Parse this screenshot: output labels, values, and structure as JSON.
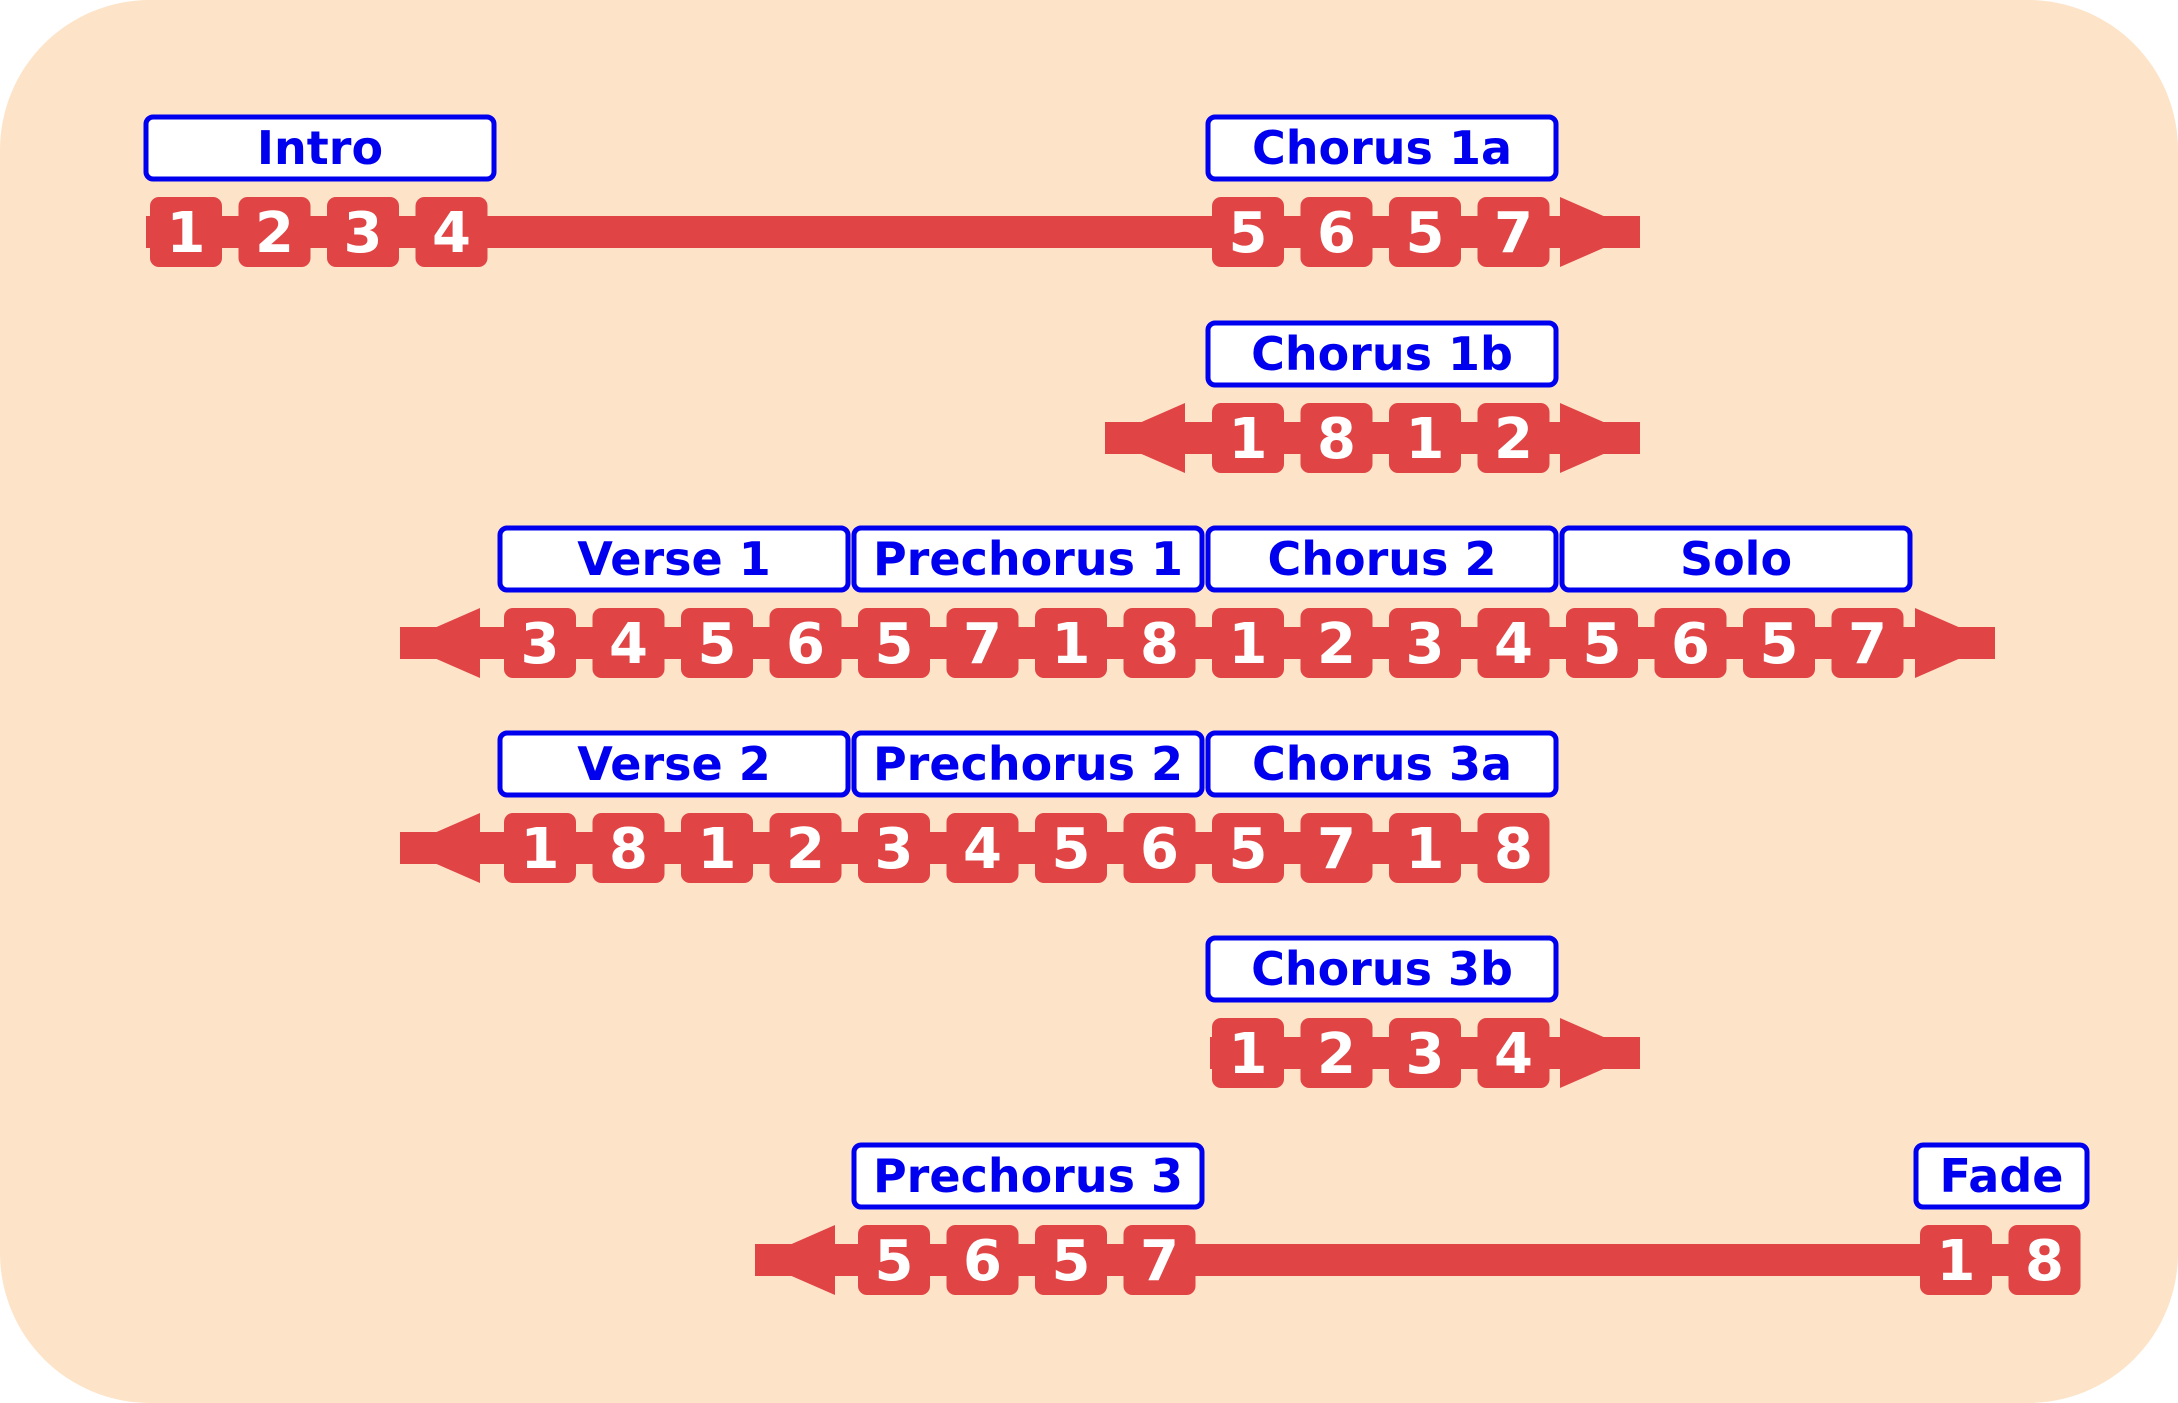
{
  "colors": {
    "background": "#fde3c8",
    "arrow": "#e04444",
    "label_border": "#0000ee",
    "label_text": "#0000ee",
    "beat_text": "#ffffff"
  },
  "rows": [
    {
      "id": "row-1",
      "arrow_left": "notch",
      "arrow_right": "head",
      "sections": [
        {
          "label": "Intro",
          "beats": [
            "1",
            "2",
            "3",
            "4"
          ]
        },
        {
          "label": "Chorus 1a",
          "beats": [
            "5",
            "6",
            "5",
            "7"
          ]
        }
      ]
    },
    {
      "id": "row-2",
      "arrow_left": "head",
      "arrow_right": "head",
      "sections": [
        {
          "label": "Chorus 1b",
          "beats": [
            "1",
            "8",
            "1",
            "2"
          ]
        }
      ]
    },
    {
      "id": "row-3",
      "arrow_left": "head",
      "arrow_right": "head",
      "sections": [
        {
          "label": "Verse 1",
          "beats": [
            "3",
            "4",
            "5",
            "6"
          ]
        },
        {
          "label": "Prechorus 1",
          "beats": [
            "5",
            "7",
            "1",
            "8"
          ]
        },
        {
          "label": "Chorus 2",
          "beats": [
            "1",
            "2",
            "3",
            "4"
          ]
        },
        {
          "label": "Solo",
          "beats": [
            "5",
            "6",
            "5",
            "7"
          ]
        }
      ]
    },
    {
      "id": "row-4",
      "arrow_left": "head",
      "arrow_right": "none",
      "sections": [
        {
          "label": "Verse 2",
          "beats": [
            "1",
            "8",
            "1",
            "2"
          ]
        },
        {
          "label": "Prechorus 2",
          "beats": [
            "3",
            "4",
            "5",
            "6"
          ]
        },
        {
          "label": "Chorus 3a",
          "beats": [
            "5",
            "7",
            "1",
            "8"
          ]
        }
      ]
    },
    {
      "id": "row-5",
      "arrow_left": "none",
      "arrow_right": "head",
      "sections": [
        {
          "label": "Chorus 3b",
          "beats": [
            "1",
            "2",
            "3",
            "4"
          ]
        }
      ]
    },
    {
      "id": "row-6",
      "arrow_left": "head",
      "arrow_right": "none",
      "sections": [
        {
          "label": "Prechorus 3",
          "beats": [
            "5",
            "6",
            "5",
            "7"
          ]
        },
        {
          "label": "Fade",
          "beats": [
            "1",
            "8"
          ]
        }
      ]
    }
  ]
}
